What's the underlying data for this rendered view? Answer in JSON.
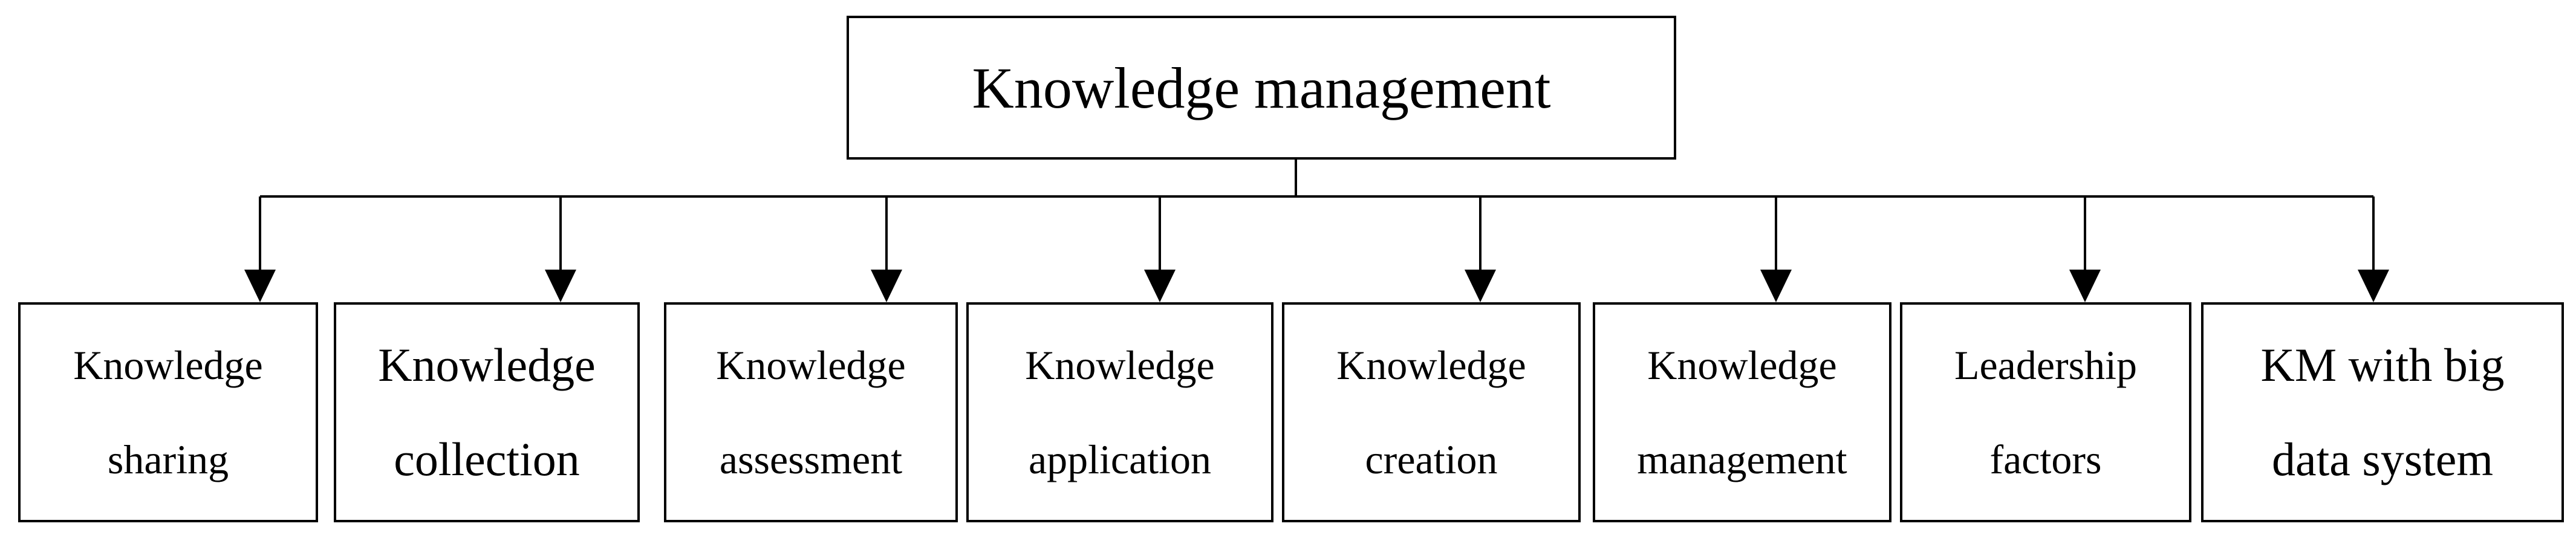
{
  "root": {
    "label": "Knowledge management"
  },
  "children": [
    {
      "line1": "Knowledge",
      "line2": "sharing"
    },
    {
      "line1": "Knowledge",
      "line2": "collection"
    },
    {
      "line1": "Knowledge",
      "line2": "assessment"
    },
    {
      "line1": "Knowledge",
      "line2": "application"
    },
    {
      "line1": "Knowledge",
      "line2": "creation"
    },
    {
      "line1": "Knowledge",
      "line2": "management"
    },
    {
      "line1": "Leadership",
      "line2": "factors"
    },
    {
      "line1": "KM with big",
      "line2": "data system"
    }
  ],
  "colors": {
    "stroke": "#000000",
    "background": "#ffffff"
  }
}
